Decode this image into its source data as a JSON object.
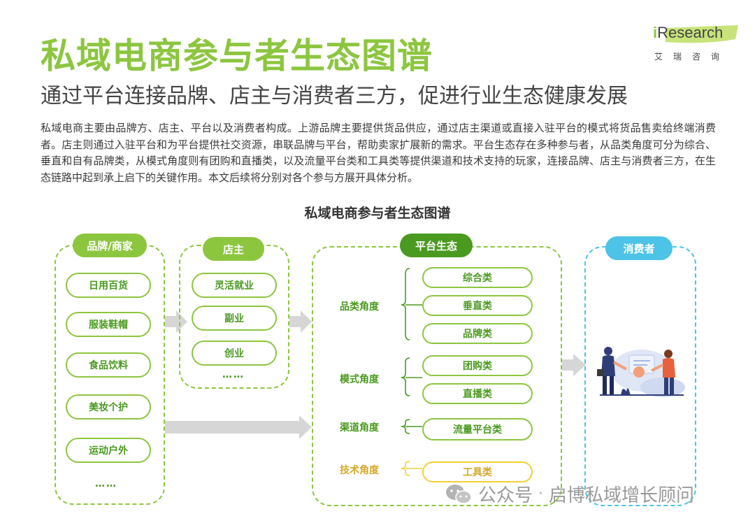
{
  "header": {
    "title": "私域电商参与者生态图谱",
    "subtitle": "通过平台连接品牌、店主与消费者三方，促进行业生态健康发展",
    "intro": "私域电商主要由品牌方、店主、平台以及消费者构成。上游品牌主要提供货品供应，通过店主渠道或直接入驻平台的模式将货品售卖给终端消费者。店主则通过入驻平台和为平台提供社交资源，串联品牌与平台，帮助卖家扩展新的需求。平台生态存在多种参与者，从品类角度可分为综合、垂直和自有品牌类，从模式角度则有团购和直播类，以及流量平台类和工具类等提供渠道和技术支持的玩家，连接品牌、店主与消费者三方，在生态链路中起到承上启下的关键作用。本文后续将分别对各个参与方展开具体分析。"
  },
  "logo": {
    "prefix": "i",
    "name": "Research",
    "sub": "艾瑞咨询"
  },
  "diagram": {
    "title": "私域电商参与者生态图谱",
    "brand": {
      "label": "品牌/商家",
      "items": [
        "日用百货",
        "服装鞋帽",
        "食品饮料",
        "美妆个护",
        "运动户外"
      ],
      "more": "……"
    },
    "shop": {
      "label": "店主",
      "items": [
        "灵活就业",
        "副业",
        "创业"
      ],
      "more": "……"
    },
    "platform": {
      "label": "平台生态",
      "angles": [
        {
          "label": "品类角度",
          "items": [
            "综合类",
            "垂直类",
            "品牌类"
          ]
        },
        {
          "label": "模式角度",
          "items": [
            "团购类",
            "直播类"
          ]
        },
        {
          "label": "渠道角度",
          "items": [
            "流量平台类"
          ]
        },
        {
          "label": "技术角度",
          "items": [
            "工具类"
          ]
        }
      ]
    },
    "consumer": {
      "label": "消费者"
    }
  },
  "watermark": {
    "account": "公众号",
    "separator": "·",
    "name": "启博私域增长顾问"
  },
  "colors": {
    "green": "#8cc63f",
    "dark_green": "#4a9a20",
    "yellow": "#f2d036",
    "blue": "#4dc3e8",
    "arrow_gray": "#d6d6d6"
  }
}
